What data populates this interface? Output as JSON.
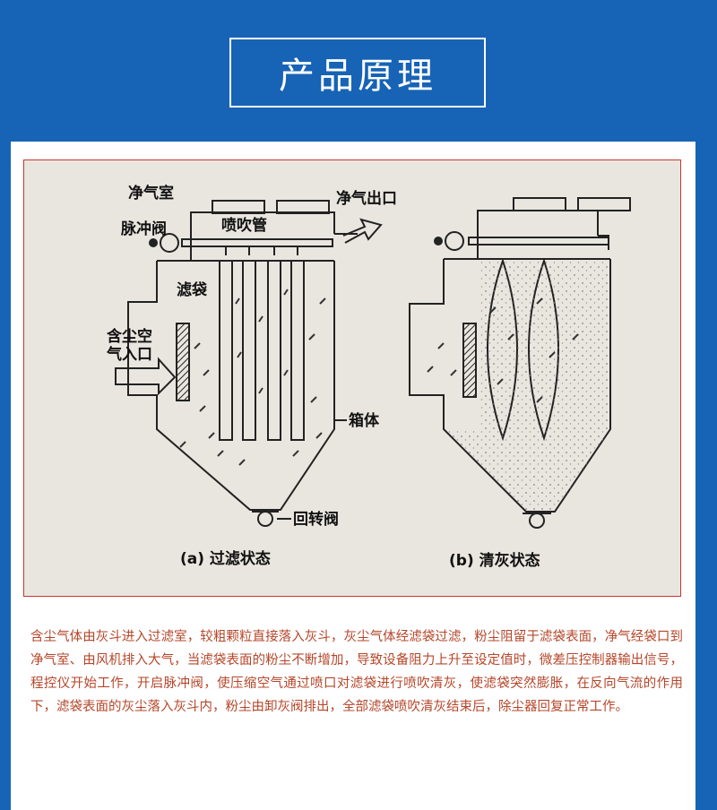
{
  "header": {
    "title": "产品原理"
  },
  "diagram": {
    "labels": {
      "clean_chamber": "净气室",
      "clean_outlet": "净气出口",
      "pulse_valve": "脉冲阀",
      "blow_pipe": "喷吹管",
      "filter_bag": "滤袋",
      "dusty_inlet_line1": "含尘空",
      "dusty_inlet_line2": "气入口",
      "box_body": "箱体",
      "rotary_valve": "回转阀"
    },
    "captions": {
      "a": "(a)  过滤状态",
      "b": "(b)  清灰状态"
    }
  },
  "description": "含尘气体由灰斗进入过滤室，较粗颗粒直接落入灰斗，灰尘气体经滤袋过滤，粉尘阻留于滤袋表面，净气经袋口到净气室、由风机排入大气，当滤袋表面的粉尘不断增加，导致设备阻力上升至设定值时，微差压控制器输出信号，程控仪开始工作，开启脉冲阀，使压缩空气通过喷口对滤袋进行喷吹清灰，使滤袋突然膨胀，在反向气流的作用下，滤袋表面的灰尘落入灰斗内，粉尘由卸灰阀排出，全部滤袋喷吹清灰结束后，除尘器回复正常工作。",
  "colors": {
    "background": "#1763b5",
    "panel": "#ffffff",
    "frame_border": "#c9362e",
    "description_text": "#b5462a"
  }
}
